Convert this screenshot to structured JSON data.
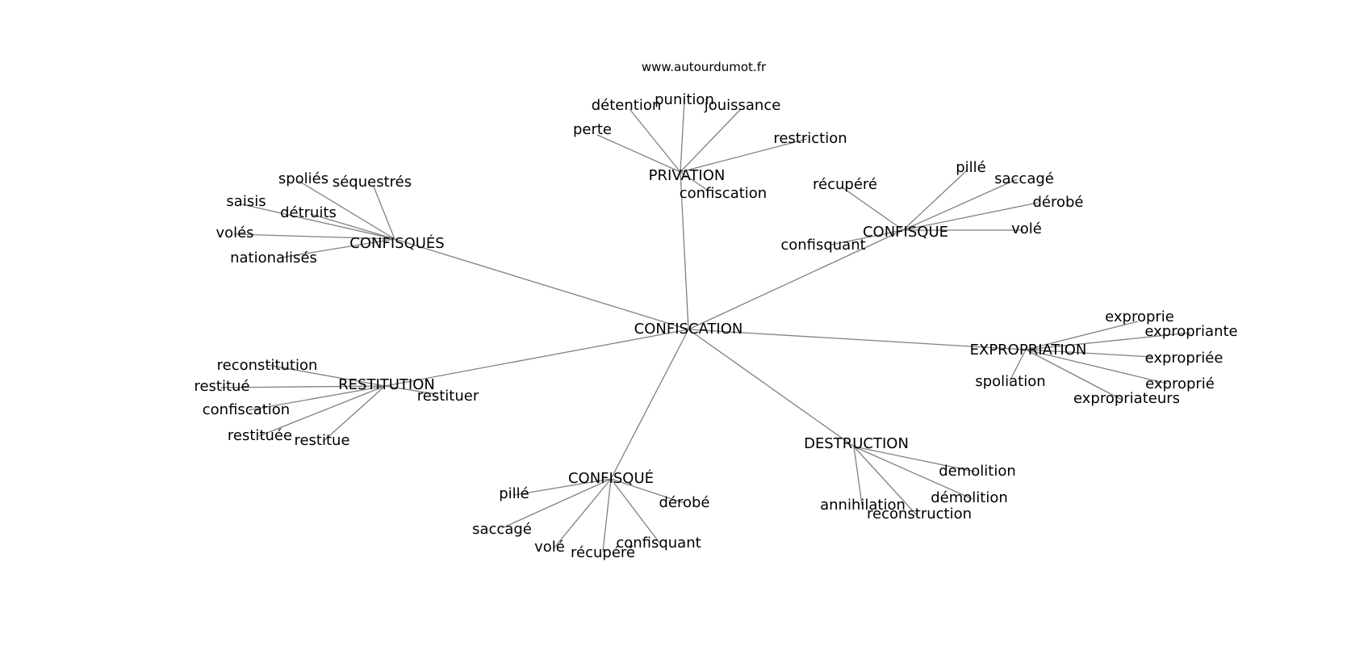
{
  "site": "www.autourdumot.fr",
  "graph": {
    "root": "CONFISCATION",
    "groups": [
      {
        "hub": "PRIVATION",
        "words": [
          "détention",
          "punition",
          "jouissance",
          "perte",
          "restriction",
          "confiscation"
        ]
      },
      {
        "hub": "CONFISQUÉS",
        "words": [
          "spoliés",
          "séquestrés",
          "saisis",
          "détruits",
          "volés",
          "nationalisés"
        ]
      },
      {
        "hub": "CONFISQUE",
        "words": [
          "récupéré",
          "pillé",
          "saccagé",
          "dérobé",
          "volé",
          "confisquant"
        ]
      },
      {
        "hub": "EXPROPRIATION",
        "words": [
          "exproprie",
          "expropriante",
          "expropriée",
          "exproprié",
          "expropriateurs",
          "spoliation"
        ]
      },
      {
        "hub": "RESTITUTION",
        "words": [
          "reconstitution",
          "restitué",
          "confiscation",
          "restituée",
          "restitue",
          "restituer"
        ]
      },
      {
        "hub": "CONFISQUÉ",
        "words": [
          "pillé",
          "saccagé",
          "volé",
          "récupéré",
          "confisquant",
          "dérobé"
        ]
      },
      {
        "hub": "DESTRUCTION",
        "words": [
          "demolition",
          "démolition",
          "annihilation",
          "reconstruction"
        ]
      }
    ]
  }
}
